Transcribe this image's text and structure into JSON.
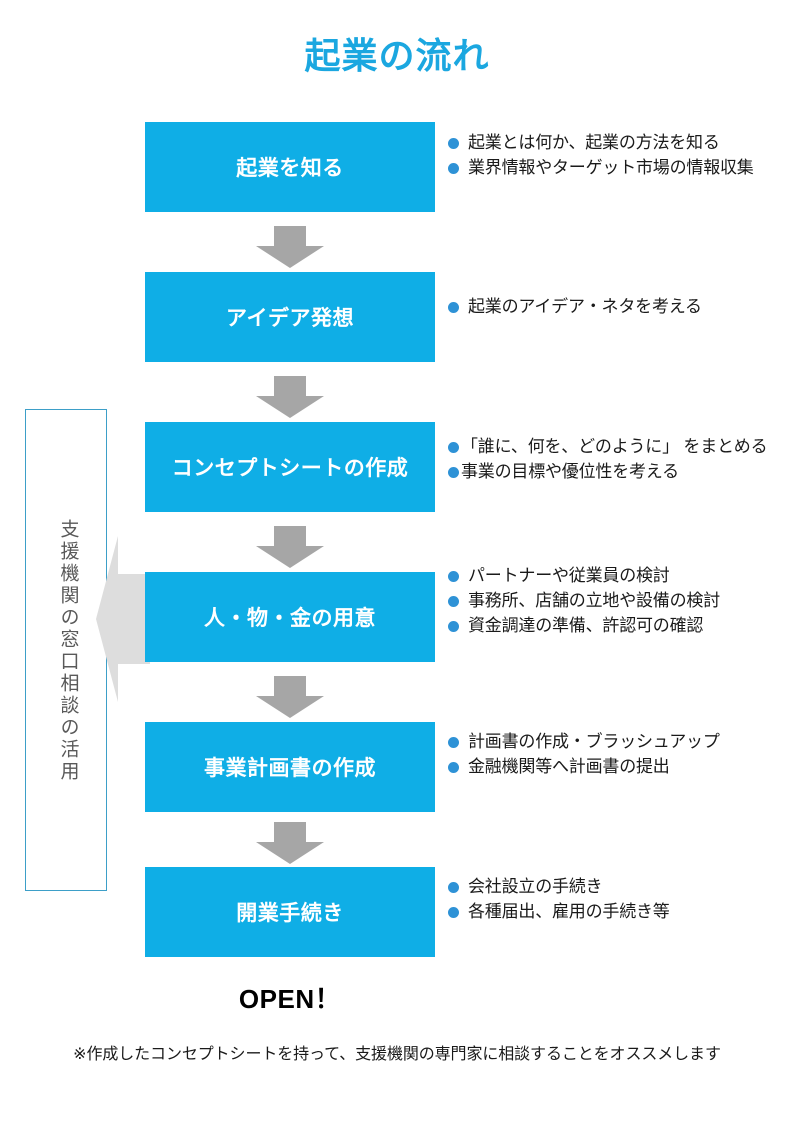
{
  "title": "起業の流れ",
  "theme": {
    "box_fill": "#0FAEE6",
    "box_text": "#FFFFFF",
    "title_color": "#1BA7E0",
    "arrow_gray": "#A6A6A6",
    "left_arrow_gray": "#DDDDDD",
    "bullet_dot": "#2E92D6",
    "sidebar_border": "#3D9FC8",
    "sidebar_text": "#595959",
    "body_text": "#1A1A1A"
  },
  "sidebar": {
    "label": "支援機関の窓口相談の活用"
  },
  "steps": [
    {
      "label": "起業を知る",
      "bullets": [
        "起業とは何か、起業の方法を知る",
        "業界情報やターゲット市場の情報収集"
      ]
    },
    {
      "label": "アイデア発想",
      "bullets": [
        "起業のアイデア・ネタを考える"
      ]
    },
    {
      "label": "コンセプトシートの作成",
      "bullets": [
        "「誰に、何を、どのように」 をまとめる",
        "事業の目標や優位性を考える"
      ]
    },
    {
      "label": "人・物・金の用意",
      "bullets": [
        "パートナーや従業員の検討",
        "事務所、店舗の立地や設備の検討",
        "資金調達の準備、許認可の確認"
      ]
    },
    {
      "label": "事業計画書の作成",
      "bullets": [
        "計画書の作成・ブラッシュアップ",
        "金融機関等へ計画書の提出"
      ]
    },
    {
      "label": "開業手続き",
      "bullets": [
        "会社設立の手続き",
        "各種届出、雇用の手続き等"
      ]
    }
  ],
  "open_label": "OPEN！",
  "footnote": "※作成したコンセプトシートを持って、支援機関の専門家に相談することをオススメします"
}
